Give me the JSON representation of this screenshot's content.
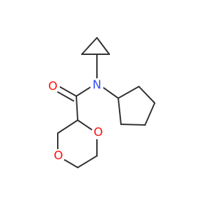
{
  "molecule": {
    "atoms": {
      "carbonyl_oxygen": {
        "symbol": "O",
        "color": "#ff0d0d"
      },
      "amide_nitrogen": {
        "symbol": "N",
        "color": "#3050f8"
      },
      "ring_oxygen_1": {
        "symbol": "O",
        "color": "#ff0d0d"
      },
      "ring_oxygen_4": {
        "symbol": "O",
        "color": "#ff0d0d"
      }
    },
    "bond_color": "#303030"
  }
}
